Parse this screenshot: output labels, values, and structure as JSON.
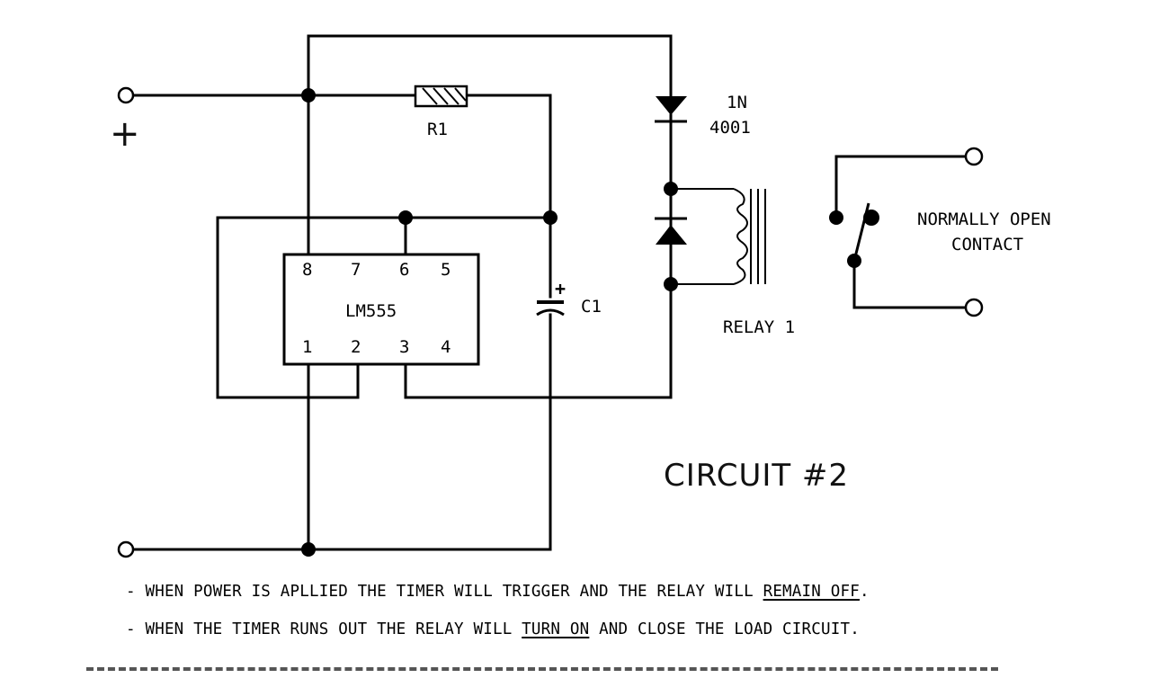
{
  "title": "CIRCUIT #2",
  "supply": {
    "positive_symbol": "+"
  },
  "components": {
    "resistor": {
      "label": "R1"
    },
    "capacitor": {
      "label": "C1",
      "polarity": "+"
    },
    "timer_ic": {
      "label": "LM555",
      "pins_top": [
        "8",
        "7",
        "6",
        "5"
      ],
      "pins_bottom": [
        "1",
        "2",
        "3",
        "4"
      ]
    },
    "diode": {
      "label_line1": "1N",
      "label_line2": "4001"
    },
    "relay": {
      "label": "RELAY 1"
    },
    "contact": {
      "label_line1": "NORMALLY OPEN",
      "label_line2": "CONTACT"
    }
  },
  "notes": [
    {
      "prefix": "- WHEN POWER IS APLLIED THE TIMER WILL TRIGGER AND THE RELAY WILL ",
      "emphasis": "REMAIN OFF",
      "suffix": "."
    },
    {
      "prefix": "- WHEN THE TIMER RUNS OUT THE RELAY WILL ",
      "emphasis": "TURN ON",
      "suffix": " AND CLOSE THE LOAD CIRCUIT."
    }
  ]
}
